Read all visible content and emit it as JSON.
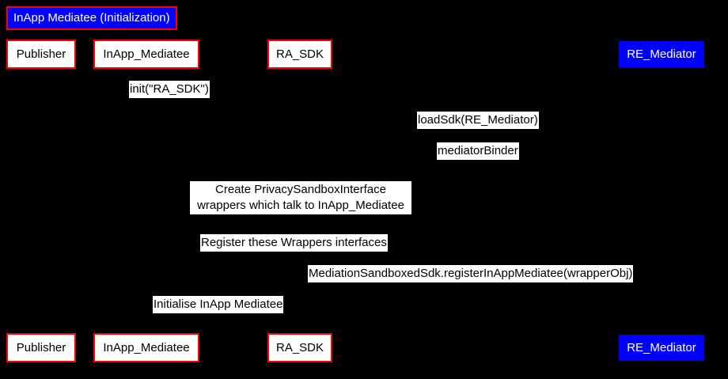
{
  "diagram": {
    "title": "InApp Mediatee (Initialization)",
    "background_color": "#000000",
    "title_bg_color": "#0000ff",
    "title_text_color": "#ffffff",
    "title_border_color": "#ff0000",
    "participant_bg_color": "#ffffff",
    "participant_border_color": "#ff0000",
    "highlight_bg_color": "#0000ff",
    "label_bg_color": "#ffffff",
    "label_text_color": "#000000"
  },
  "participants": [
    {
      "name": "Publisher",
      "style": "plain"
    },
    {
      "name": "InApp_Mediatee",
      "style": "plain"
    },
    {
      "name": "RA_SDK",
      "style": "plain"
    },
    {
      "name": "RE_Mediator",
      "style": "highlight"
    }
  ],
  "messages": [
    {
      "text": "init(\"RA_SDK\")"
    },
    {
      "text": "loadSdk(RE_Mediator)"
    },
    {
      "text": "mediatorBinder"
    },
    {
      "text": "Create PrivacySandboxInterface\nwrappers which talk to InApp_Mediatee"
    },
    {
      "text": "Register these Wrappers interfaces"
    },
    {
      "text": "MediationSandboxedSdk.registerInAppMediatee(wrapperObj)"
    },
    {
      "text": "Initialise InApp Mediatee"
    }
  ]
}
